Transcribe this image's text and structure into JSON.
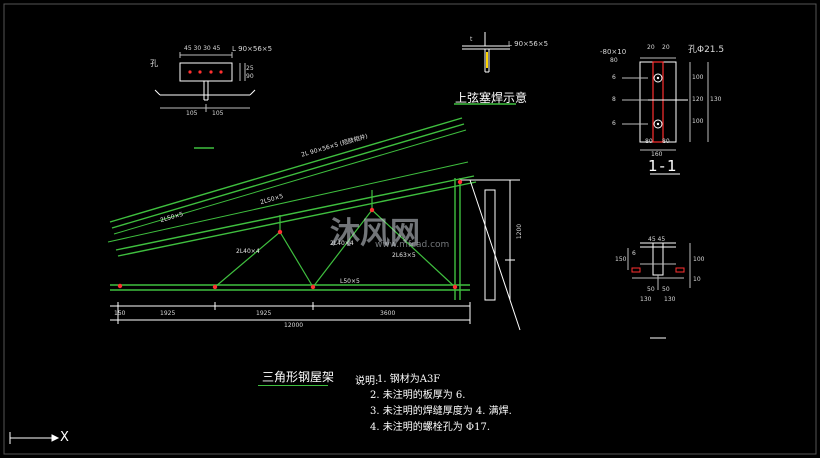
{
  "drawing": {
    "main_title": "三角形钢屋架",
    "weld_title": "上弦塞焊示意",
    "section_label": "1-1",
    "notes_heading": "说明:",
    "notes": [
      "1. 钢材为A3F",
      "2. 未注明的板厚为 6.",
      "3. 未注明的焊缝厚度为 4. 满焊.",
      "4. 未注明的螺栓孔为 Φ17."
    ],
    "axis_label": "X"
  },
  "detail_top_left": {
    "dims_top": "45 30 30 45",
    "angle_label": "L 90×56×5",
    "side_label": "孔",
    "dim_right_a": "25",
    "dim_right_b": "90",
    "dim_bottom_left": "105",
    "dim_bottom_right": "105"
  },
  "detail_weld": {
    "thickness_label": "t",
    "angle_label": "L 90×56×5"
  },
  "detail_right_top": {
    "plate_label": "-80×10",
    "plate_sub": "80",
    "dim_top_a": "20",
    "dim_top_b": "20",
    "hole_label": "孔Φ21.5",
    "dims_right": [
      "100",
      "120",
      "100"
    ],
    "dim_right_outer": "130",
    "dims_bottom": [
      "80",
      "80"
    ],
    "dims_bottom_total": "160",
    "left_labels": [
      "6",
      "8",
      "6"
    ]
  },
  "detail_right_bottom": {
    "dims_top": "45 45",
    "left_label": "6",
    "dim_left": "150",
    "dim_right_a": "100",
    "dim_right_b": "10",
    "dims_bottom": [
      "50",
      "50"
    ],
    "dims_bottom_total": [
      "130",
      "130"
    ]
  },
  "truss": {
    "top_chord_label": "2L 90×56×5 (短肢相并)",
    "dims_bottom": [
      "150",
      "1925",
      "1925",
      "3600"
    ],
    "dim_total": "12000",
    "dim_right_height": "1200",
    "member_labels": [
      "2L50×5",
      "2L50×5",
      "2L40×4",
      "2L40×4",
      "2L63×5",
      "L50×5"
    ]
  },
  "watermark": {
    "cn": "沐风网",
    "url": "www.mfcad.com"
  }
}
